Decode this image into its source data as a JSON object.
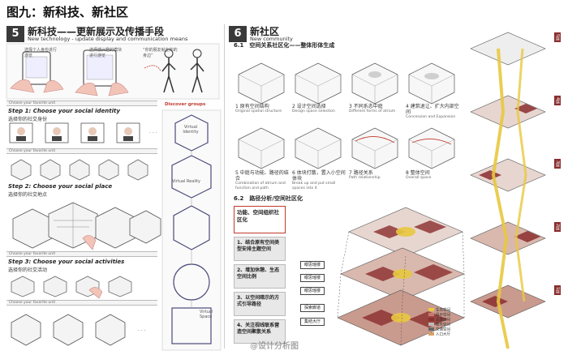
{
  "title": "图九：新科技、新社区",
  "section5": {
    "num": "5",
    "title_zh": "新科技——更新展示及传播手段",
    "title_en": "New technology - update display and communication means",
    "bubble_1": "选择个人身份进行游览",
    "bubble_2": "选择感兴趣的模块进行游览",
    "bubble_3": "“你的朋友就在你的身边”",
    "choose_label": "Choose your favorite unit",
    "step1_en": "Step 1: Choose your social identity",
    "step1_zh": "选择你的社交身份",
    "step2_en": "Step 2: Choose your social place",
    "step2_zh": "选择你的社交地点",
    "step3_en": "Step 3: Choose your social activities",
    "step3_zh": "选择你的社交活动",
    "discover": "Discover groups",
    "virtual_identity": "Virtual Identity",
    "virtual_reality": "Virtual Reality",
    "virtual_space": "Virtual Space"
  },
  "section6": {
    "num": "6",
    "title_zh": "新社区",
    "title_en": "New community",
    "sub61": "6.1　空间关系社区化——整体形体生成",
    "steps": [
      {
        "zh": "1 原有空间结构",
        "en": "Original spatial structure"
      },
      {
        "zh": "2 设计空间选择",
        "en": "Design space selection"
      },
      {
        "zh": "3 不同系态中庭",
        "en": "Different forms of atrium"
      },
      {
        "zh": "4 建筑退让、扩大内部空间",
        "en": "Concession and Expansion"
      },
      {
        "zh": "5 中庭与功能、路径的结合",
        "en": "Combination of atrium and function and path"
      },
      {
        "zh": "6 体块打散，置入小空间体块",
        "en": "Break up and put small spaces into it"
      },
      {
        "zh": "7 路径关系",
        "en": "Path relationship"
      },
      {
        "zh": "8 整体空间",
        "en": "Overall space"
      }
    ],
    "sub62": "6.2　路径分析/空间社区化",
    "box_title": "功能、空间组织社区化",
    "points": [
      "1、结合原有空间类型安排主题空间",
      "2、增加休憩、生态空间比例",
      "3、以空间暗示的方式引导路径",
      "4、关注视线联系营造空间聚散关系"
    ],
    "tags": [
      "眼思瑶楼",
      "眼思瑶楼",
      "眼思瑶楼",
      "探索廊道",
      "集结大厅"
    ],
    "legend": [
      {
        "label": "生态空间",
        "color": "#e8c840"
      },
      {
        "label": "展示空间",
        "color": "#c87a6a"
      },
      {
        "label": "主题空间",
        "color": "#8b2e2e"
      },
      {
        "label": "服务空间",
        "color": "#bbbbbb"
      },
      {
        "label": "交通空间",
        "color": "#666666"
      },
      {
        "label": "入口大厅",
        "color": "#d9a066"
      }
    ],
    "floor_labels": [
      "5层",
      "4层",
      "3层",
      "2层",
      "1层"
    ]
  },
  "watermark": "@设计分析图",
  "colors": {
    "accent_red": "#c0392b",
    "dark_red": "#8b2e2e",
    "path_yellow": "#e8c840",
    "dark": "#3a3a3a"
  }
}
